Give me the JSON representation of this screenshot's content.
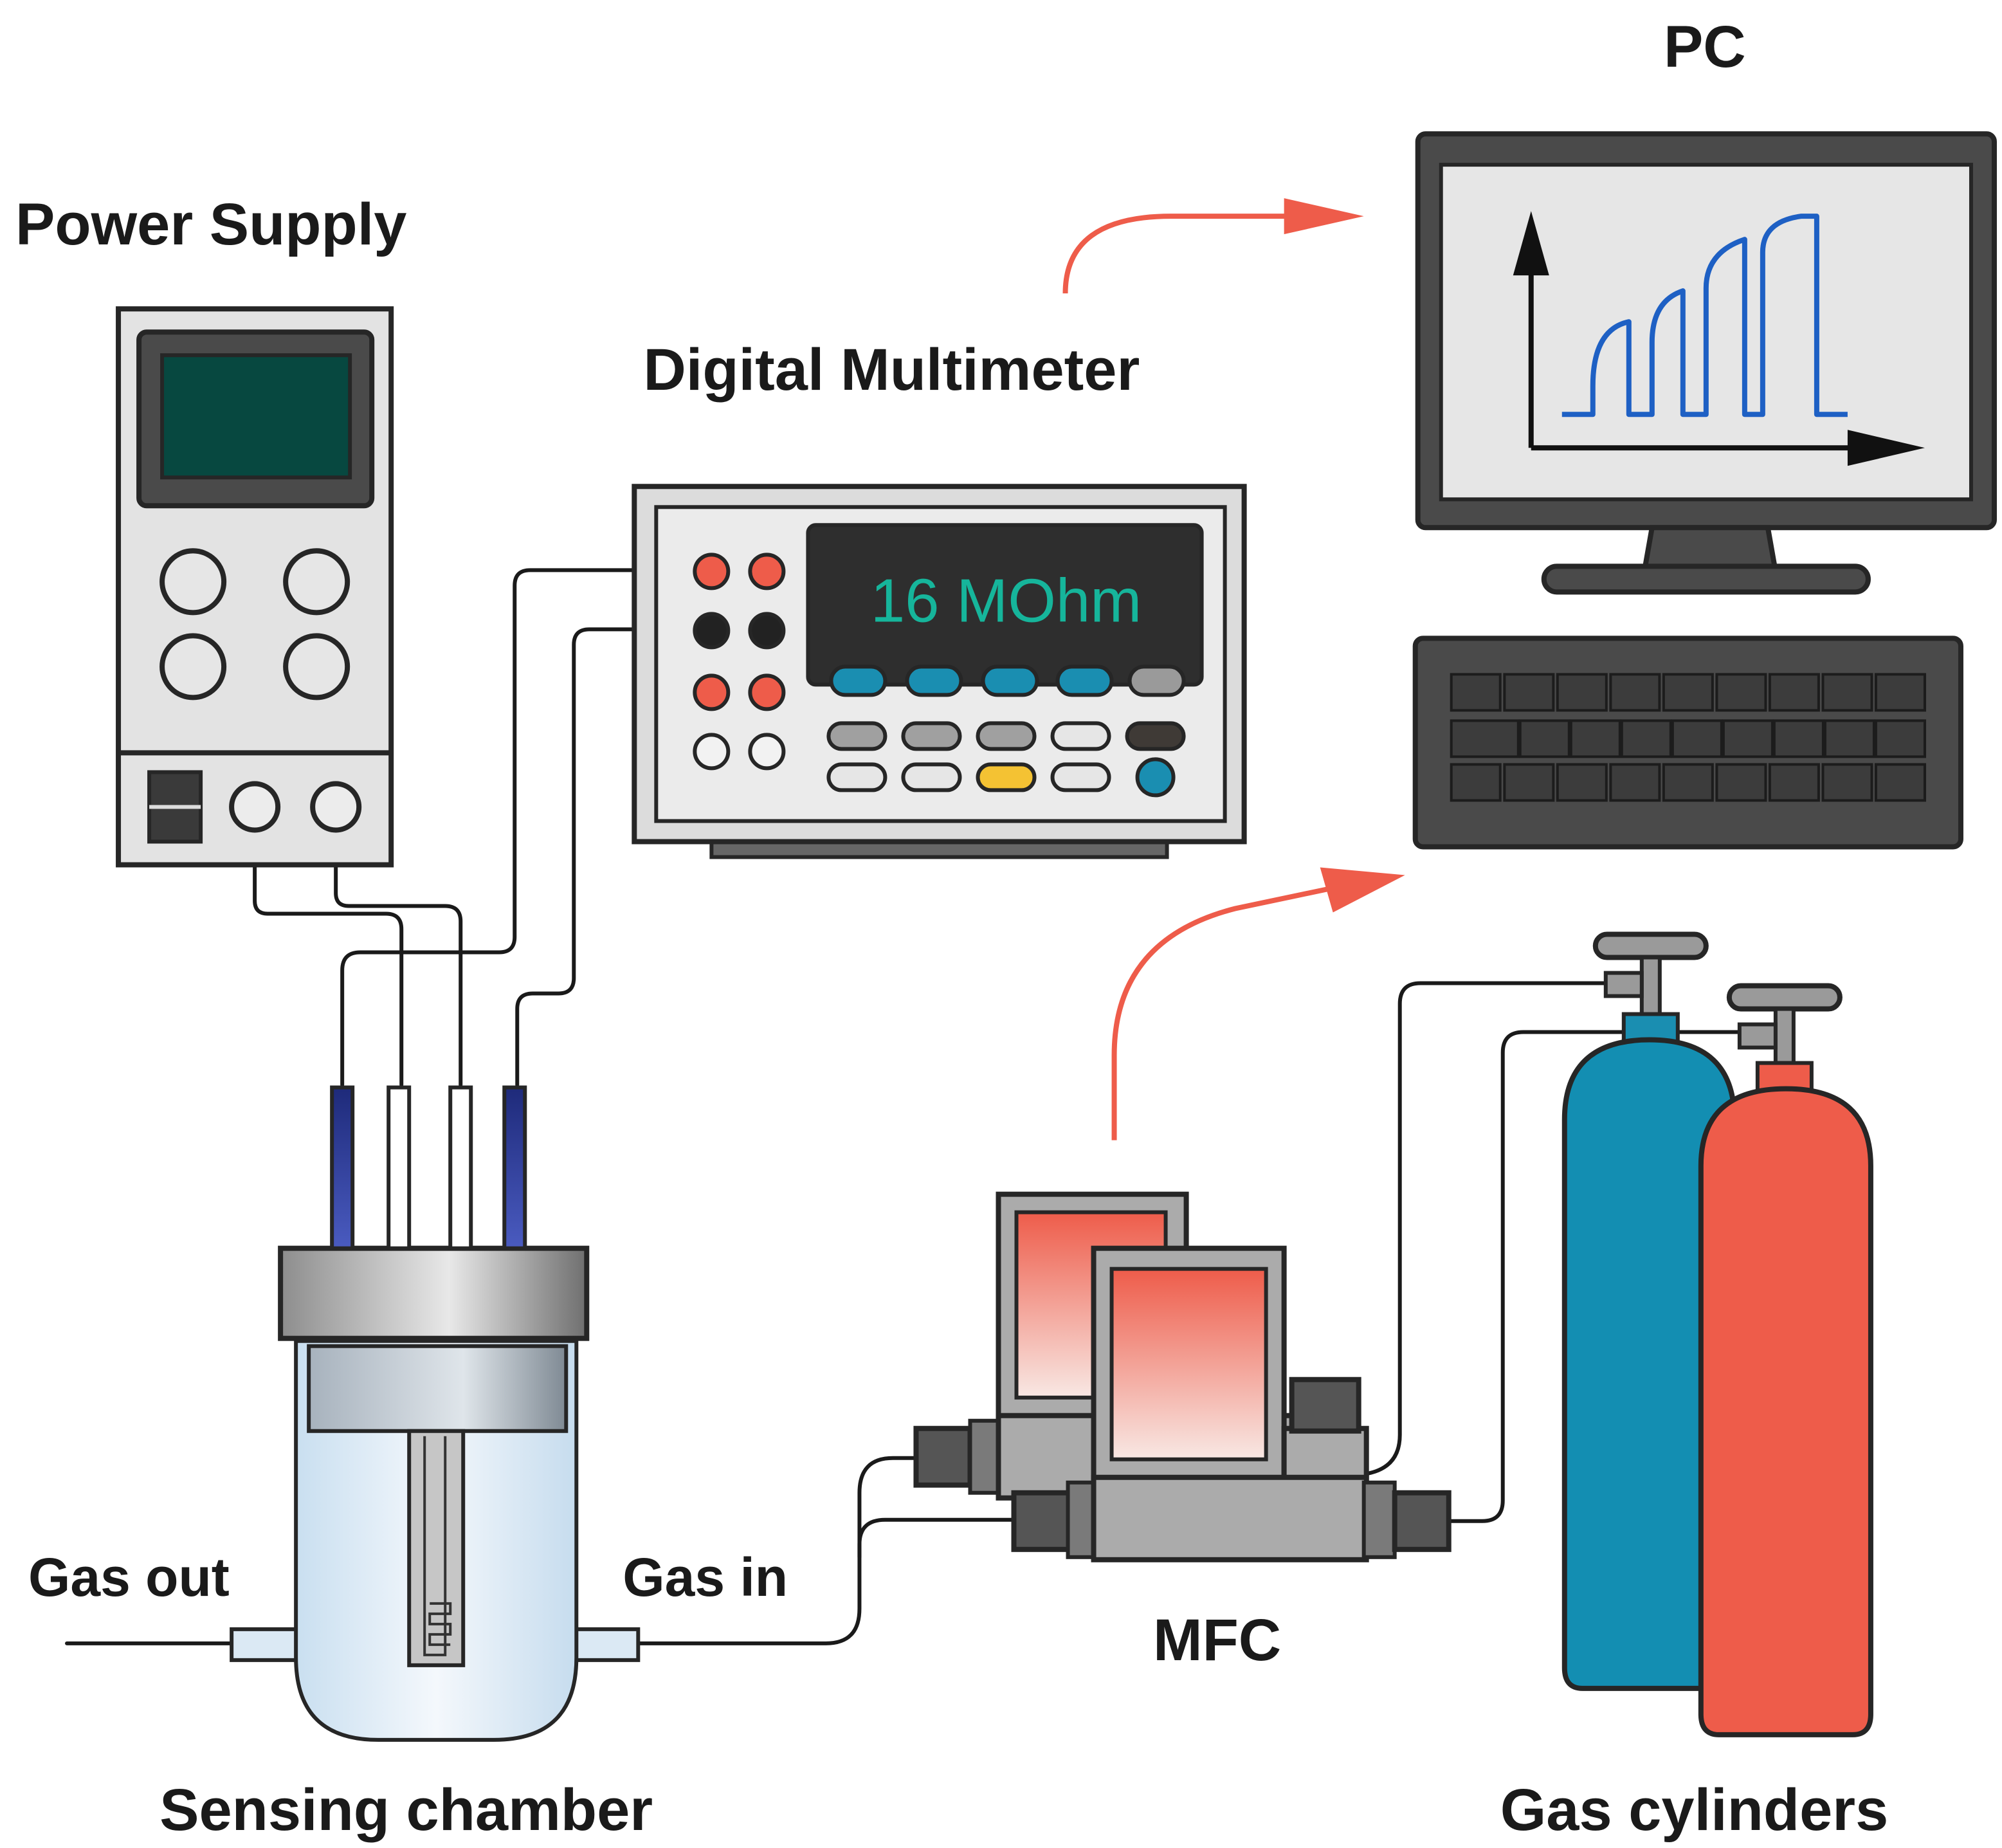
{
  "labels": {
    "power_supply": "Power Supply",
    "digital_multimeter": "Digital Multimeter",
    "pc": "PC",
    "gas_out": "Gas out",
    "gas_in": "Gas in",
    "mfc": "MFC",
    "sensing_chamber": "Sensing chamber",
    "gas_cylinders": "Gas cylinders"
  },
  "multimeter": {
    "display": "16 MOhm"
  },
  "colors": {
    "outline": "#262626",
    "panel_gray": "#e6e6e6",
    "dark_screen": "#074840",
    "multimeter_text": "#16b59b",
    "accent_red": "#ee5c4a",
    "accent_blue": "#1a8eb1",
    "chart_line": "#1e60c4",
    "knob_yellow": "#f4c233"
  },
  "icons": [
    "power-supply-icon",
    "multimeter-icon",
    "monitor-icon",
    "keyboard-icon",
    "mfc-icon",
    "gas-cylinder-icon",
    "sensing-chamber-icon"
  ]
}
